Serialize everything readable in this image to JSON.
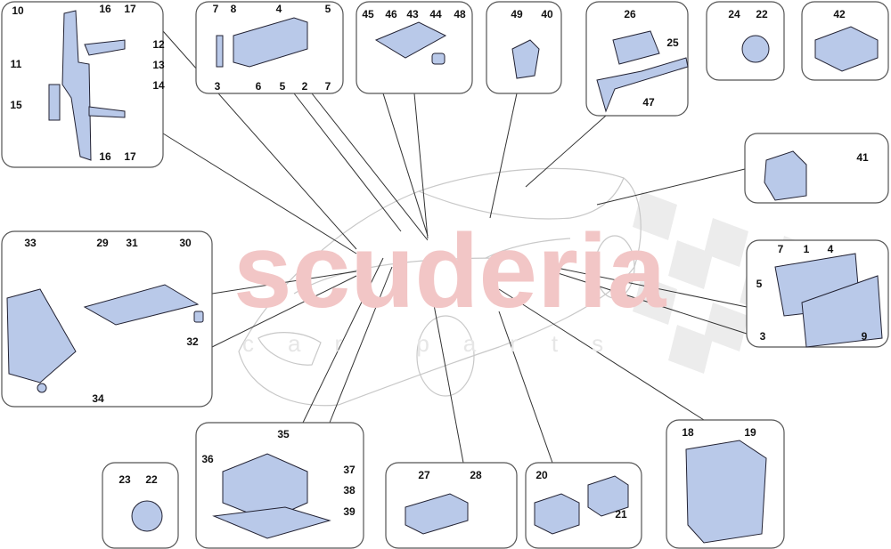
{
  "watermark": {
    "main": "scuderia",
    "sub": "car parts"
  },
  "colors": {
    "part": "#b9c9e9",
    "watermark": "#f2c6c6",
    "outline": "#555555"
  },
  "boxes": {
    "a": [
      "10",
      "16",
      "17",
      "12",
      "11",
      "13",
      "14",
      "15",
      "16",
      "17"
    ],
    "b": [
      "7",
      "8",
      "4",
      "5",
      "3",
      "6",
      "5",
      "2",
      "7"
    ],
    "c": [
      "45",
      "46",
      "43",
      "44",
      "48"
    ],
    "d": [
      "49",
      "40"
    ],
    "e": [
      "26",
      "25",
      "47"
    ],
    "f": [
      "24",
      "22"
    ],
    "g": [
      "42"
    ],
    "h": [
      "41"
    ],
    "i": [
      "7",
      "1",
      "4",
      "5",
      "3",
      "9"
    ],
    "j": [
      "33",
      "29",
      "31",
      "30",
      "32",
      "34"
    ],
    "k": [
      "35",
      "36",
      "37",
      "38",
      "39"
    ],
    "l": [
      "23",
      "22"
    ],
    "m": [
      "27",
      "28"
    ],
    "n": [
      "20",
      "21"
    ],
    "o": [
      "18",
      "19"
    ]
  }
}
